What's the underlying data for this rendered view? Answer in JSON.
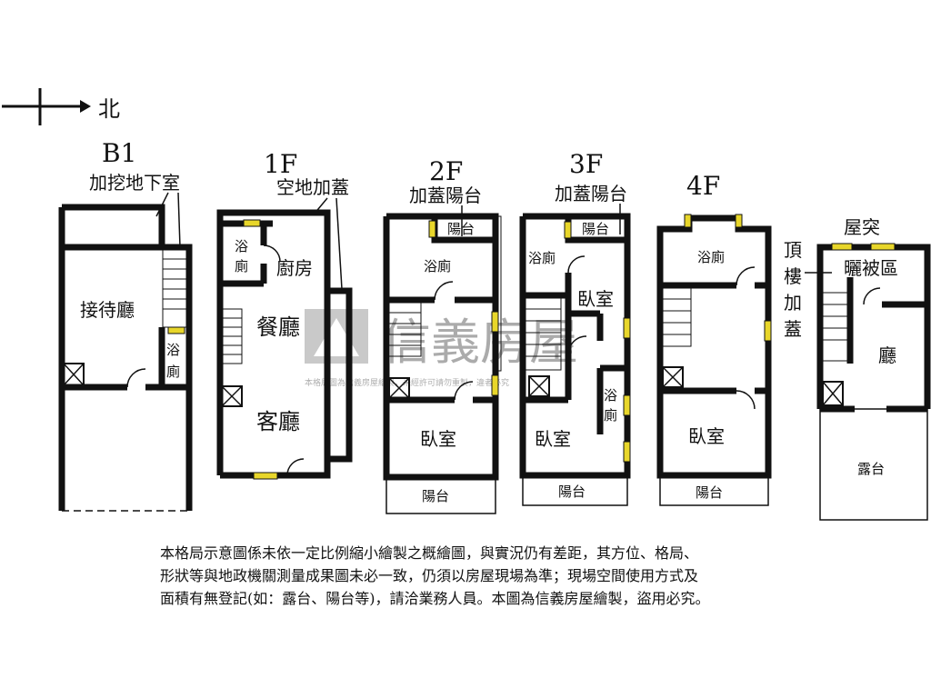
{
  "compass": {
    "north": "北"
  },
  "floors": [
    {
      "id": "b1",
      "name": "B1",
      "note": "加挖地下室",
      "rooms": [
        "接待廳",
        "浴",
        "廁"
      ]
    },
    {
      "id": "f1",
      "name": "1F",
      "note": "空地加蓋",
      "rooms": [
        "浴",
        "廁",
        "廚房",
        "餐廳",
        "客廳"
      ]
    },
    {
      "id": "f2",
      "name": "2F",
      "note": "加蓋陽台",
      "rooms": [
        "陽台",
        "浴廁",
        "臥室",
        "陽台"
      ]
    },
    {
      "id": "f3",
      "name": "3F",
      "note": "加蓋陽台",
      "rooms": [
        "陽台",
        "浴廁",
        "臥室",
        "浴",
        "廁",
        "臥室",
        "陽台"
      ]
    },
    {
      "id": "f4",
      "name": "4F",
      "note": "",
      "rooms": [
        "浴廁",
        "臥室",
        "陽台"
      ]
    },
    {
      "id": "roof",
      "name": "屋突",
      "note": "頂樓加蓋",
      "note_chars": [
        "頂",
        "樓",
        "加",
        "蓋"
      ],
      "rooms": [
        "曬被區",
        "廳",
        "露台"
      ]
    }
  ],
  "watermark": {
    "brand": "信義房屋",
    "small": "本格局圖為信義房屋繪製，未經許可請勿重製，違者必究"
  },
  "notice": [
    "本格局示意圖係未依一定比例縮小繪製之概繪圖，與實況仍有差距，其方位、格局、",
    "形狀等與地政機關測量成果圖未必一致，仍須以房屋現場為準；現場空間使用方式及",
    "面積有無登記(如：露台、陽台等)，請洽業務人員。本圖為信義房屋繪製，盜用必究。"
  ]
}
